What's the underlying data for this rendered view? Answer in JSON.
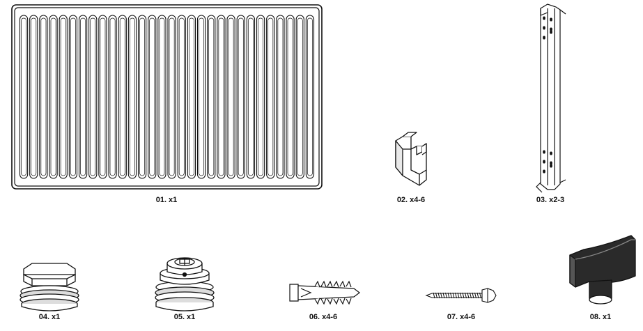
{
  "parts": [
    {
      "id": "radiator-panel",
      "label": "01. x1"
    },
    {
      "id": "bracket-clip",
      "label": "02. x4-6"
    },
    {
      "id": "mounting-rail",
      "label": "03. x2-3"
    },
    {
      "id": "blind-plug",
      "label": "04. x1"
    },
    {
      "id": "air-vent-plug",
      "label": "05. x1"
    },
    {
      "id": "wall-anchor",
      "label": "06. x4-6"
    },
    {
      "id": "wood-screw",
      "label": "07. x4-6"
    },
    {
      "id": "vent-key",
      "label": "08. x1"
    }
  ],
  "colors": {
    "line": "#111111",
    "fill": "#ffffff",
    "shade": "#2a2a2a"
  }
}
